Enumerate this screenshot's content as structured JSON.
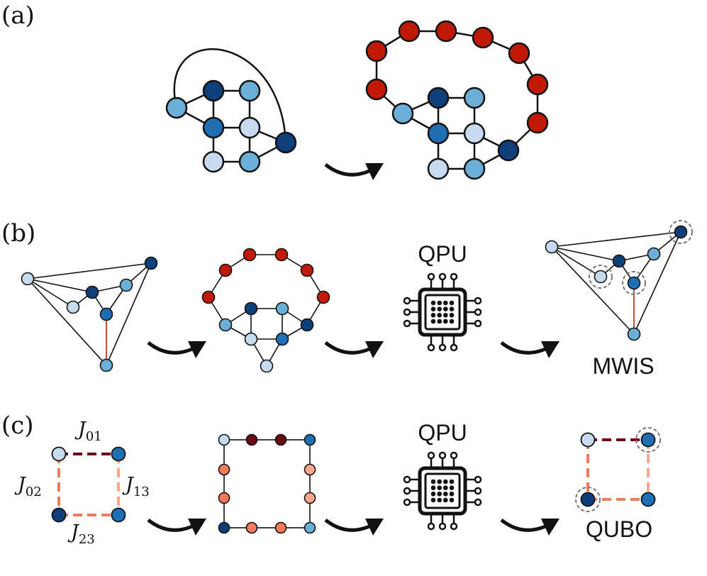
{
  "panels": {
    "a": {
      "label": "(a)"
    },
    "b": {
      "label": "(b)",
      "qpu_label": "QPU",
      "result_label": "MWIS"
    },
    "c": {
      "label": "(c)",
      "qpu_label": "QPU",
      "result_label": "QUBO",
      "couplings": [
        {
          "name": "J",
          "sub": "01"
        },
        {
          "name": "J",
          "sub": "02"
        },
        {
          "name": "J",
          "sub": "13"
        },
        {
          "name": "J",
          "sub": "23"
        }
      ]
    }
  },
  "colors": {
    "blue_lightest": "#c6dbef",
    "blue_light": "#6baed6",
    "blue_mid": "#1f6fb4",
    "blue_dark": "#0d3f7a",
    "red_chain": "#c01a06",
    "red_dark": "#6b0a14",
    "orange_mid": "#f57a5c",
    "salmon_light": "#fba98e",
    "solution_red_edge": "#c0392b",
    "selection_ring": "#777777"
  }
}
